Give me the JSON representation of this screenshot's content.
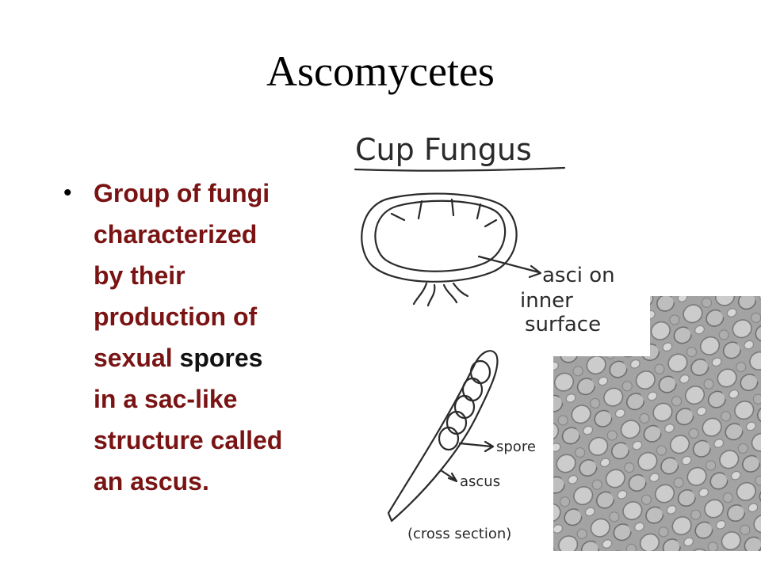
{
  "slide": {
    "title": "Ascomycetes",
    "bullet": {
      "lines": [
        {
          "red": "Group of fungi",
          "black": ""
        },
        {
          "red": "characterized",
          "black": ""
        },
        {
          "red": "by their",
          "black": ""
        },
        {
          "red": "production of",
          "black": ""
        },
        {
          "red": "sexual ",
          "black": "spores"
        },
        {
          "red": "in a sac-like",
          "black": ""
        },
        {
          "red": "structure called",
          "black": ""
        },
        {
          "red": "an ascus.",
          "black": ""
        }
      ]
    }
  },
  "drawing": {
    "heading": "Cup Fungus",
    "label_asci_1": "asci on",
    "label_asci_2": "inner",
    "label_asci_3": "surface",
    "label_spore": "spore",
    "label_ascus": "ascus",
    "label_section": "(cross section)"
  },
  "colors": {
    "bullet_red": "#7a1414",
    "title_black": "#000000"
  }
}
